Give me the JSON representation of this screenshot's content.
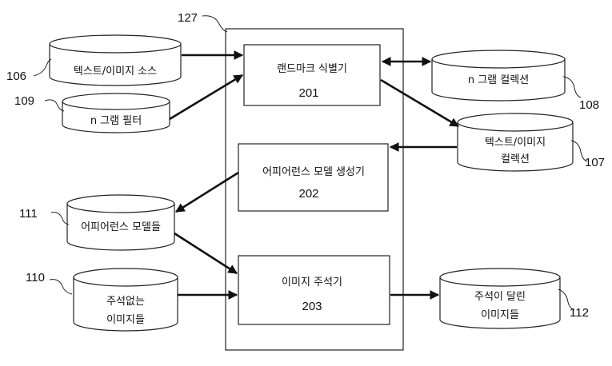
{
  "figure": {
    "ref_main": "127",
    "modules": [
      {
        "id": "landmark",
        "label": "랜드마크 식별기",
        "num": "201"
      },
      {
        "id": "appearance",
        "label": "어피어런스 모델 생성기",
        "num": "202"
      },
      {
        "id": "annotator",
        "label": "이미지 주석기",
        "num": "203"
      }
    ],
    "stores": [
      {
        "id": "text-image-source",
        "lines": [
          "텍스트/이미지 소스"
        ],
        "ref": "106"
      },
      {
        "id": "ngram-filter",
        "lines": [
          "n 그램 필터"
        ],
        "ref": "109"
      },
      {
        "id": "ngram-collection",
        "lines": [
          "n 그램 컬렉션"
        ],
        "ref": "108"
      },
      {
        "id": "text-image-collection",
        "lines": [
          "텍스트/이미지",
          "컬렉션"
        ],
        "ref": "107"
      },
      {
        "id": "appearance-models",
        "lines": [
          "어피어런스 모델들"
        ],
        "ref": "111"
      },
      {
        "id": "unannotated-images",
        "lines": [
          "주석없는",
          "이미지들"
        ],
        "ref": "110"
      },
      {
        "id": "annotated-images",
        "lines": [
          "주석이 달린",
          "이미지들"
        ],
        "ref": "112"
      }
    ]
  }
}
